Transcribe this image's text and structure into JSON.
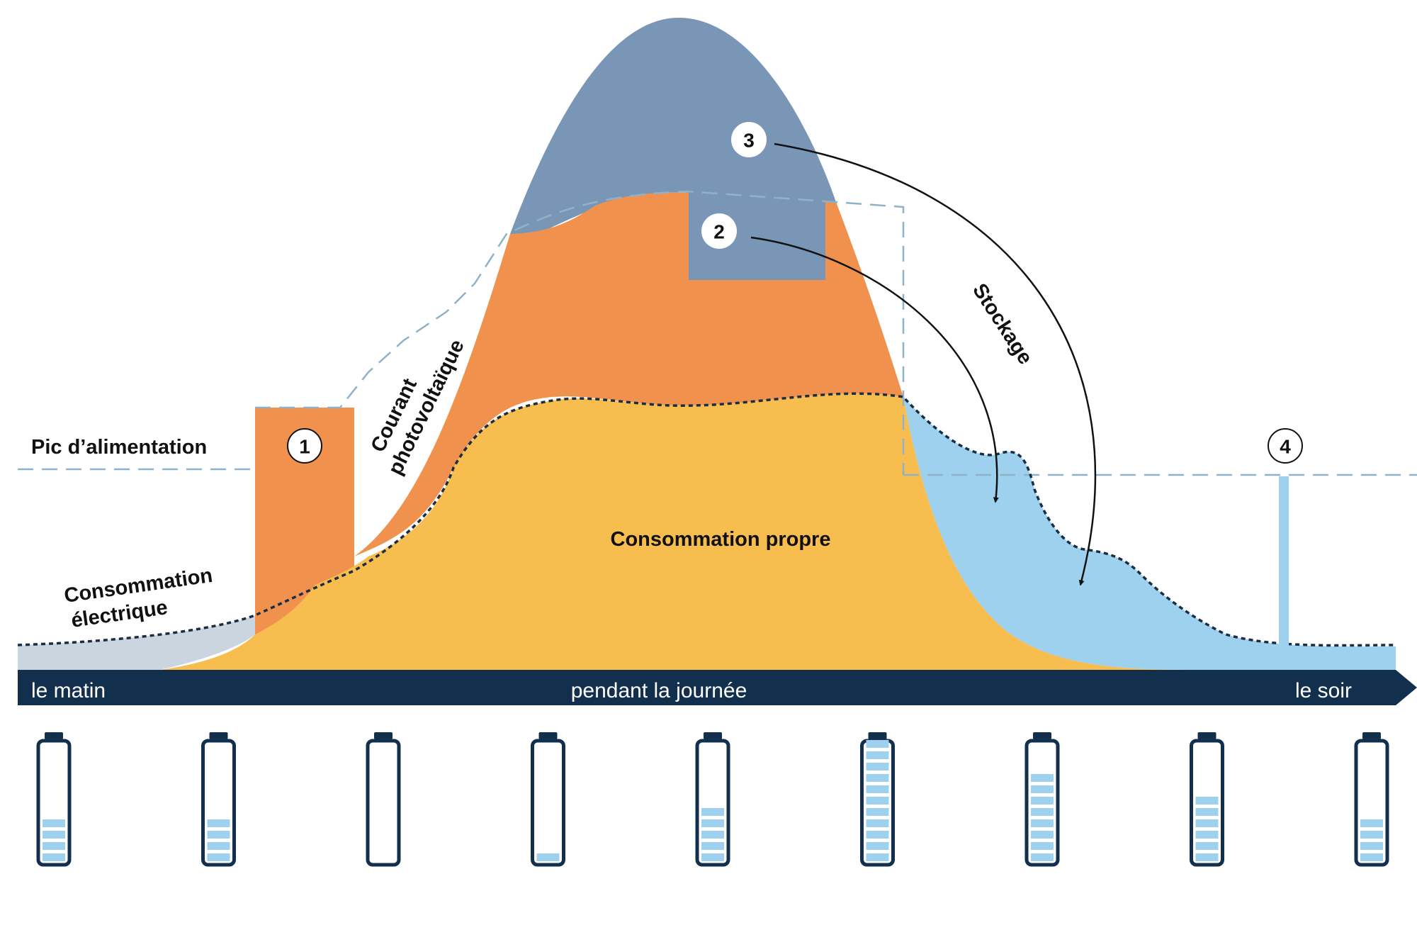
{
  "labels": {
    "peak_power": "Pic d’alimentation",
    "consumption_line1": "Consommation",
    "consumption_line2": "électrique",
    "pv_line1": "Courant",
    "pv_line2": "photovoltaïque",
    "self_consumption": "Consommation propre",
    "storage": "Stockage"
  },
  "markers": [
    "1",
    "2",
    "3",
    "4"
  ],
  "timeline": {
    "morning": "le matin",
    "day": "pendant la journée",
    "evening": "le soir"
  },
  "battery_levels": [
    4,
    4,
    0,
    1,
    5,
    11,
    8,
    6,
    4
  ],
  "battery_segments_max": 11,
  "colors": {
    "pv_surplus": "#7a96b6",
    "pv_battery": "#f0924e",
    "self_consumption": "#f8bd4f",
    "storage_discharge": "#9dd1ee",
    "grid": "#cbd5df",
    "axis": "#12304d",
    "dash": "#8fb2c9"
  }
}
